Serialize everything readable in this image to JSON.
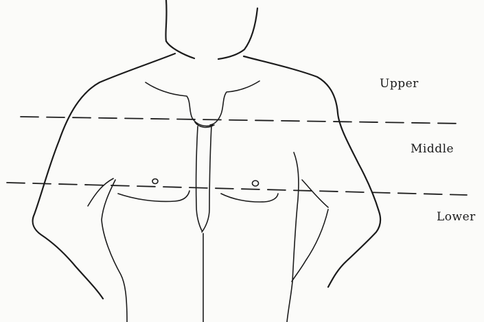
{
  "diagram": {
    "labels": {
      "upper": "Upper",
      "middle": "Middle",
      "lower": "Lower"
    },
    "divider_count": 2,
    "colors": {
      "ink": "#1c1c1c",
      "paper": "#fbfbf9"
    }
  }
}
